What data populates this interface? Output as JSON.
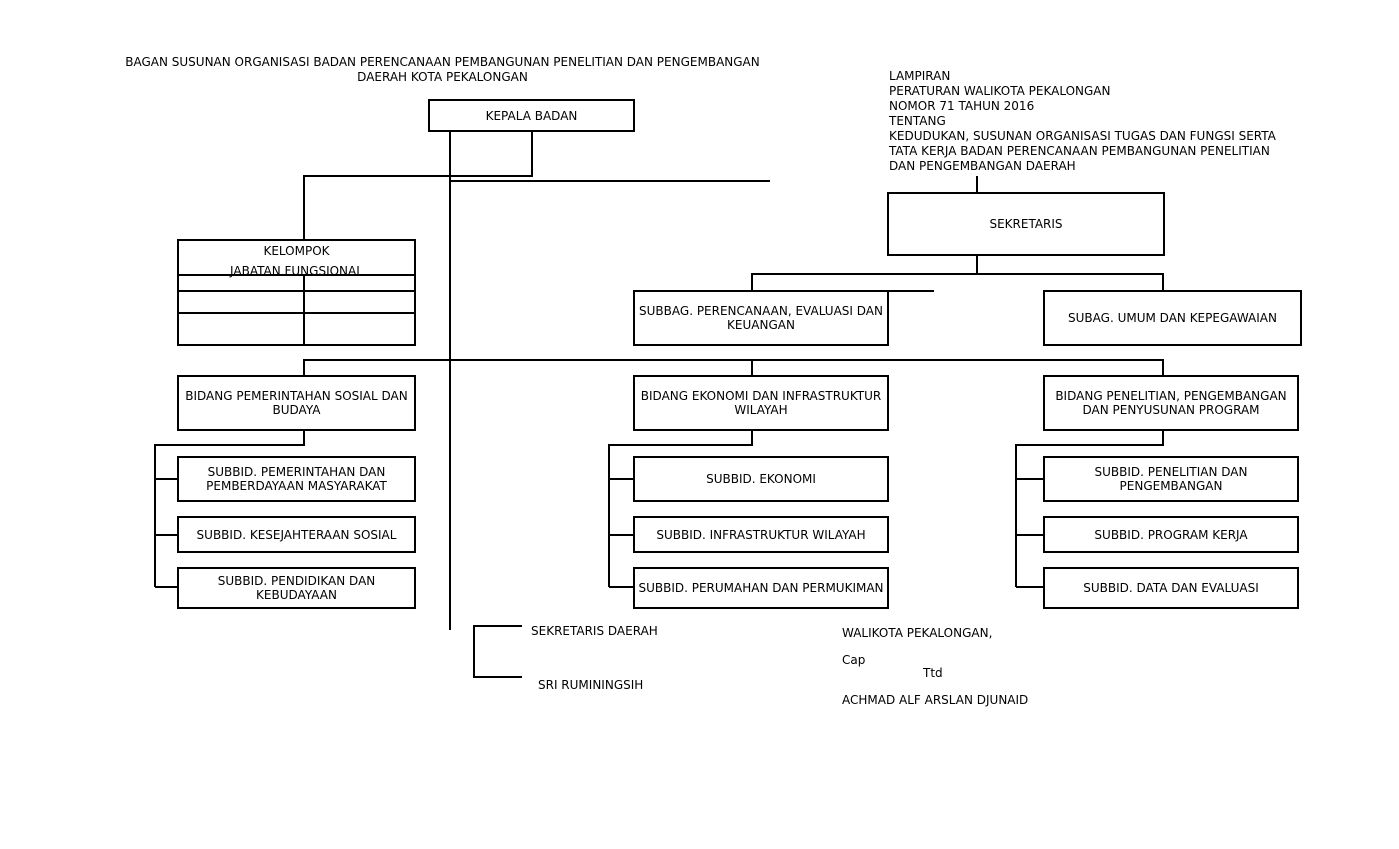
{
  "title": {
    "line1": "BAGAN SUSUNAN ORGANISASI BADAN PERENCANAAN PEMBANGUNAN PENELITIAN DAN PENGEMBANGAN",
    "line2": "DAERAH KOTA PEKALONGAN"
  },
  "lampiran": [
    "LAMPIRAN",
    "PERATURAN WALIKOTA PEKALONGAN",
    "NOMOR 71  TAHUN 2016",
    "TENTANG",
    "KEDUDUKAN, SUSUNAN ORGANISASI TUGAS DAN FUNGSI SERTA",
    "TATA KERJA BADAN PERENCANAAN PEMBANGUNAN PENELITIAN",
    "DAN PENGEMBANGAN DAERAH"
  ],
  "kepala": "KEPALA BADAN",
  "sekretaris": "SEKRETARIS",
  "subbag": [
    {
      "line1": "SUBBAG. PERENCANAAN, EVALUASI DAN",
      "line2": "KEUANGAN"
    },
    {
      "line1": "SUBAG. UMUM DAN KEPEGAWAIAN"
    }
  ],
  "kelompok": {
    "line1": "KELOMPOK",
    "line2": "JABATAN FUNGSIONAL"
  },
  "bidang": [
    {
      "line1": "BIDANG PEMERINTAHAN  SOSIAL DAN",
      "line2": "BUDAYA",
      "subbid": [
        {
          "line1": "SUBBID. PEMERINTAHAN DAN",
          "line2": "PEMBERDAYAAN MASYARAKAT"
        },
        {
          "line1": "SUBBID. KESEJAHTERAAN SOSIAL"
        },
        {
          "line1": "SUBBID. PENDIDIKAN DAN",
          "line2": "KEBUDAYAAN"
        }
      ]
    },
    {
      "line1": "BIDANG EKONOMI DAN INFRASTRUKTUR",
      "line2": "WILAYAH",
      "subbid": [
        {
          "line1": "SUBBID.  EKONOMI"
        },
        {
          "line1": "SUBBID. INFRASTRUKTUR WILAYAH"
        },
        {
          "line1": "SUBBID. PERUMAHAN DAN PERMUKIMAN"
        }
      ]
    },
    {
      "line1": "BIDANG  PENELITIAN, PENGEMBANGAN",
      "line2": "DAN PENYUSUNAN PROGRAM",
      "subbid": [
        {
          "line1": "SUBBID.  PENELITIAN DAN",
          "line2": "PENGEMBANGAN"
        },
        {
          "line1": "SUBBID. PROGRAM KERJA"
        },
        {
          "line1": "SUBBID. DATA DAN EVALUASI"
        }
      ]
    }
  ],
  "sekda": {
    "title": "SEKRETARIS DAERAH",
    "name": "SRI RUMININGSIH"
  },
  "walikota": {
    "title": "WALIKOTA PEKALONGAN,",
    "cap": "Cap",
    "ttd": "Ttd",
    "name": "ACHMAD ALF ARSLAN DJUNAID"
  }
}
